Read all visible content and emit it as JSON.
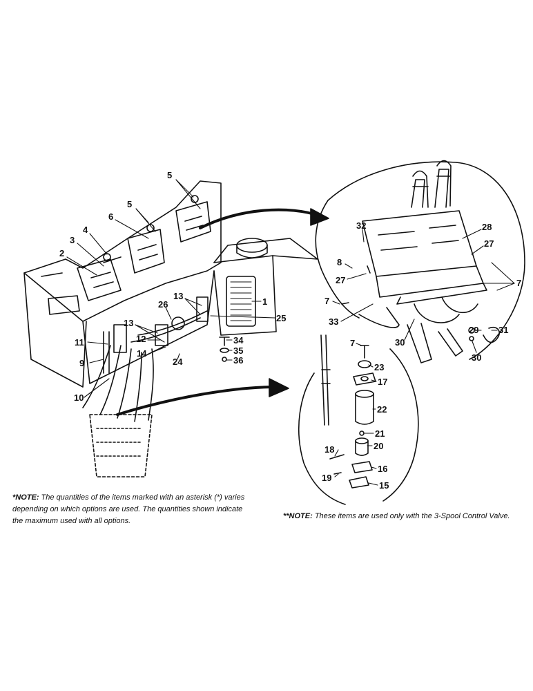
{
  "callouts": [
    {
      "id": "c5a",
      "text": "5"
    },
    {
      "id": "c5b",
      "text": "5"
    },
    {
      "id": "c6",
      "text": "6"
    },
    {
      "id": "c4",
      "text": "4"
    },
    {
      "id": "c3",
      "text": "3"
    },
    {
      "id": "c2",
      "text": "2"
    },
    {
      "id": "c1",
      "text": "1"
    },
    {
      "id": "c13a",
      "text": "13"
    },
    {
      "id": "c25",
      "text": "25"
    },
    {
      "id": "c26",
      "text": "26"
    },
    {
      "id": "c13b",
      "text": "13"
    },
    {
      "id": "c12",
      "text": "12"
    },
    {
      "id": "c11",
      "text": "11"
    },
    {
      "id": "c9",
      "text": "9"
    },
    {
      "id": "c14",
      "text": "14"
    },
    {
      "id": "c24",
      "text": "24"
    },
    {
      "id": "c10",
      "text": "10"
    },
    {
      "id": "c34",
      "text": "34"
    },
    {
      "id": "c35",
      "text": "35"
    },
    {
      "id": "c36",
      "text": "36"
    },
    {
      "id": "c32",
      "text": "32"
    },
    {
      "id": "c28",
      "text": "28"
    },
    {
      "id": "c27a",
      "text": "27"
    },
    {
      "id": "c8",
      "text": "8"
    },
    {
      "id": "c27b",
      "text": "27"
    },
    {
      "id": "c7a",
      "text": "7"
    },
    {
      "id": "c7b",
      "text": "7"
    },
    {
      "id": "c33",
      "text": "33"
    },
    {
      "id": "c30a",
      "text": "30"
    },
    {
      "id": "c29",
      "text": "29"
    },
    {
      "id": "c31",
      "text": "31"
    },
    {
      "id": "c30b",
      "text": "30"
    },
    {
      "id": "c7c",
      "text": "7"
    },
    {
      "id": "c23",
      "text": "23"
    },
    {
      "id": "c17",
      "text": "17"
    },
    {
      "id": "c22",
      "text": "22"
    },
    {
      "id": "c21",
      "text": "21"
    },
    {
      "id": "c20",
      "text": "20"
    },
    {
      "id": "c18",
      "text": "18"
    },
    {
      "id": "c16",
      "text": "16"
    },
    {
      "id": "c19",
      "text": "19"
    },
    {
      "id": "c15",
      "text": "15"
    }
  ],
  "notes": {
    "left": {
      "label": "*NOTE:",
      "text": " The quantities of the items marked with an asterisk (*) varies depending on which options are used. The quantities shown indicate the maximum used with all options."
    },
    "right": {
      "label": "**NOTE:",
      "text": " These items are used only with the 3-Spool Control Valve."
    }
  }
}
